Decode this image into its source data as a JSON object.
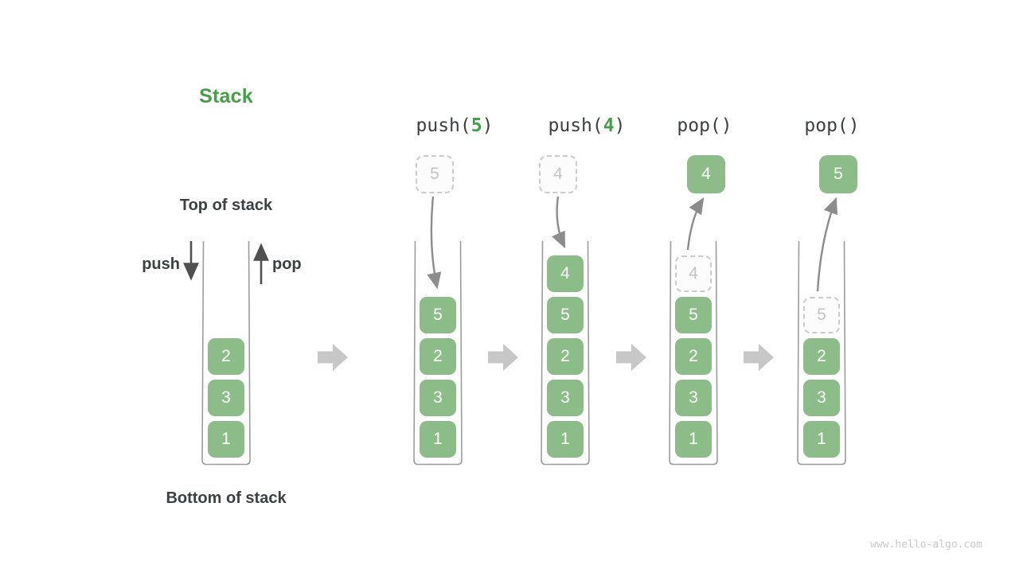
{
  "title": "Stack",
  "labels": {
    "top_of_stack": "Top of stack",
    "bottom_of_stack": "Bottom of stack",
    "push_side": "push",
    "pop_side": "pop"
  },
  "watermark": "www.hello-algo.com",
  "colors": {
    "accent_green": "#43a047",
    "box_green": "#8cbd88",
    "box_text": "#ffffff",
    "dark_text": "#3c4043",
    "dashed_border": "#cbcbcb",
    "dashed_text": "#c3c3c3",
    "thin_arrow": "#8c8c8c",
    "side_arrow": "#4f4f4f",
    "block_arrow": "#c7c7c7",
    "container_wall": "#9c9c9c",
    "watermark_gray": "#c9c9c9"
  },
  "diagram": {
    "description": "Stack last-in-first-out operations",
    "stacks": [
      {
        "id": "initial",
        "op": null,
        "floating": null,
        "cells": [
          {
            "value": "2",
            "style": "solid"
          },
          {
            "value": "3",
            "style": "solid"
          },
          {
            "value": "1",
            "style": "solid"
          }
        ]
      },
      {
        "id": "after-push-5",
        "op": {
          "name": "push",
          "arg": "5"
        },
        "arrow": "down",
        "floating": {
          "value": "5",
          "style": "dashed"
        },
        "cells": [
          {
            "value": "5",
            "style": "solid"
          },
          {
            "value": "2",
            "style": "solid"
          },
          {
            "value": "3",
            "style": "solid"
          },
          {
            "value": "1",
            "style": "solid"
          }
        ]
      },
      {
        "id": "after-push-4",
        "op": {
          "name": "push",
          "arg": "4"
        },
        "arrow": "down",
        "floating": {
          "value": "4",
          "style": "dashed"
        },
        "cells": [
          {
            "value": "4",
            "style": "solid"
          },
          {
            "value": "5",
            "style": "solid"
          },
          {
            "value": "2",
            "style": "solid"
          },
          {
            "value": "3",
            "style": "solid"
          },
          {
            "value": "1",
            "style": "solid"
          }
        ]
      },
      {
        "id": "after-pop-1",
        "op": {
          "name": "pop",
          "arg": ""
        },
        "arrow": "up",
        "floating": {
          "value": "4",
          "style": "solid"
        },
        "cells": [
          {
            "value": "4",
            "style": "dashed"
          },
          {
            "value": "5",
            "style": "solid"
          },
          {
            "value": "2",
            "style": "solid"
          },
          {
            "value": "3",
            "style": "solid"
          },
          {
            "value": "1",
            "style": "solid"
          }
        ]
      },
      {
        "id": "after-pop-2",
        "op": {
          "name": "pop",
          "arg": ""
        },
        "arrow": "up",
        "floating": {
          "value": "5",
          "style": "solid"
        },
        "cells": [
          {
            "value": "5",
            "style": "dashed"
          },
          {
            "value": "2",
            "style": "solid"
          },
          {
            "value": "3",
            "style": "solid"
          },
          {
            "value": "1",
            "style": "solid"
          }
        ]
      }
    ]
  }
}
